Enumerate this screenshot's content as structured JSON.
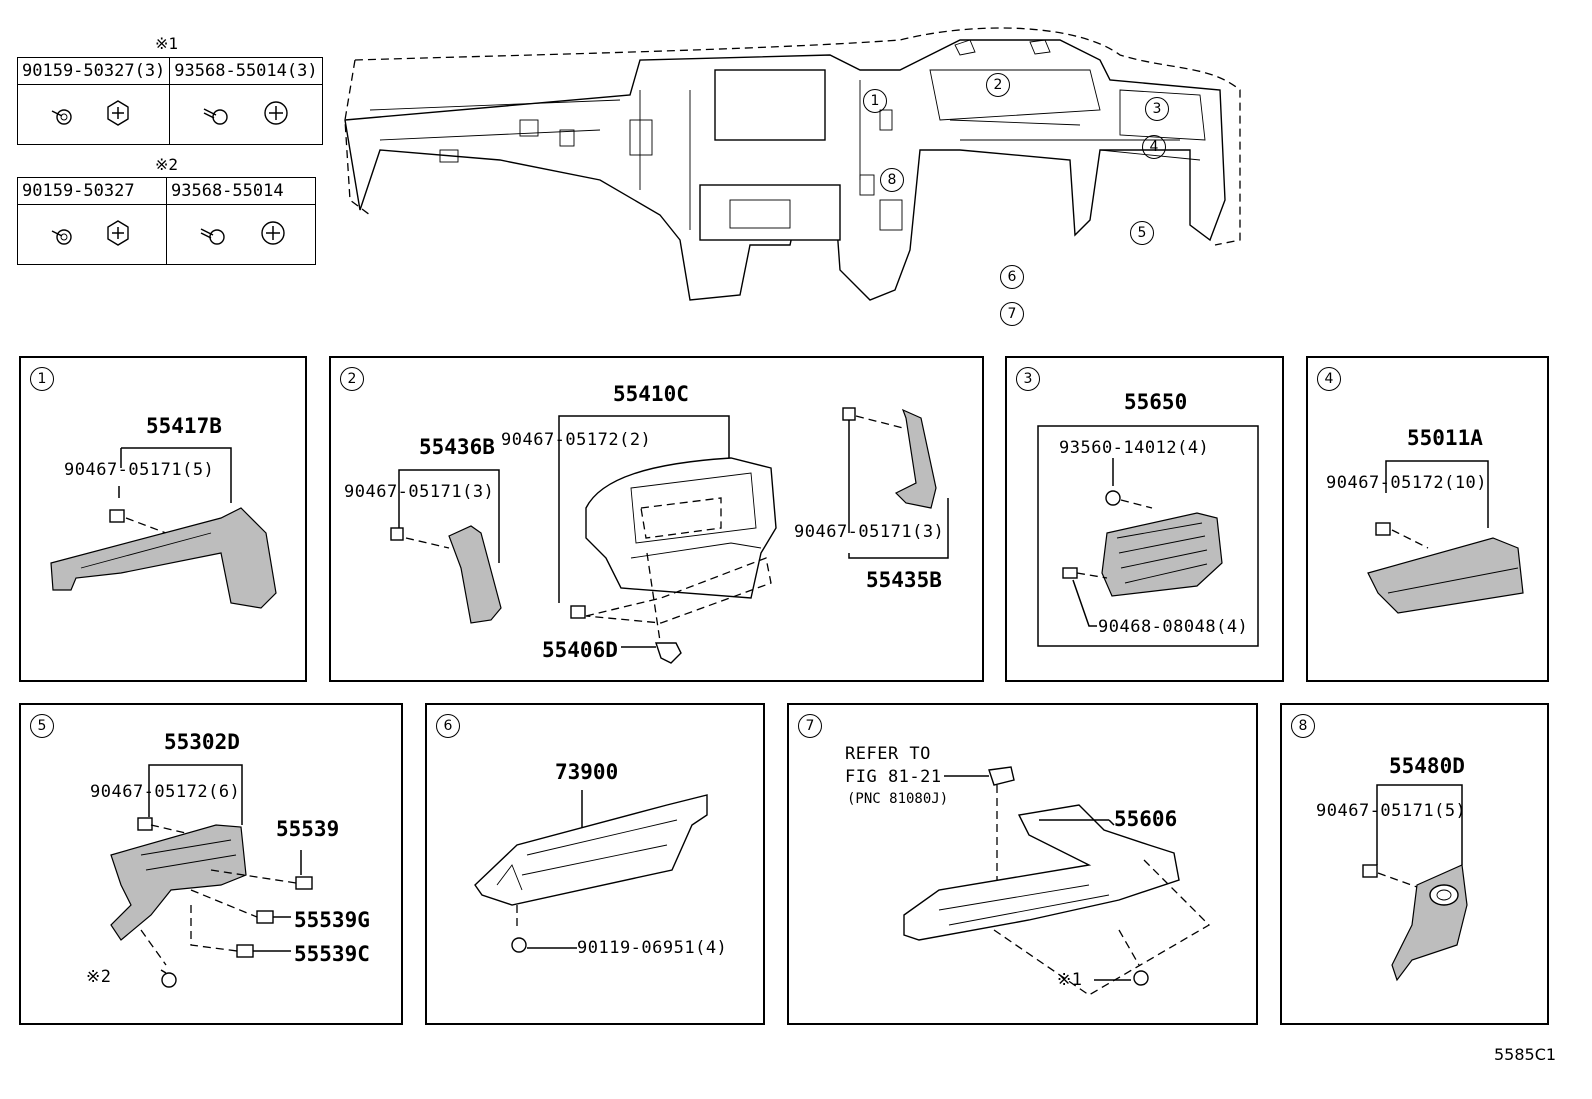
{
  "note1": {
    "mark": "※1",
    "left_part": "90159-50327(3)",
    "right_part": "93568-55014(3)"
  },
  "note2": {
    "mark": "※2",
    "left_part": "90159-50327",
    "right_part": "93568-55014"
  },
  "overview": {
    "callouts": [
      "1",
      "2",
      "3",
      "4",
      "5",
      "6",
      "7",
      "8"
    ]
  },
  "panels": {
    "p1": {
      "num": "1",
      "main_part": "55417B",
      "clip": "90467-05171(5)"
    },
    "p2": {
      "num": "2",
      "main_part": "55410C",
      "clip_main": "90467-05172(2)",
      "sub_part_a": "55436B",
      "clip_a": "90467-05171(3)",
      "clip_b": "90467-05171(3)",
      "sub_part_b": "55435B",
      "screw": "55406D"
    },
    "p3": {
      "num": "3",
      "main_part": "55650",
      "screw": "93560-14012(4)",
      "clip": "90468-08048(4)"
    },
    "p4": {
      "num": "4",
      "main_part": "55011A",
      "clip": "90467-05172(10)"
    },
    "p5": {
      "num": "5",
      "main_part": "55302D",
      "clip": "90467-05172(6)",
      "part_a": "55539",
      "part_b": "55539G",
      "part_c": "55539C",
      "note_ref": "※2"
    },
    "p6": {
      "num": "6",
      "main_part": "73900",
      "bolt": "90119-06951(4)"
    },
    "p7": {
      "num": "7",
      "refer_line1": "REFER TO",
      "refer_line2": "FIG 81-21",
      "refer_line3": "(PNC 81080J)",
      "main_part": "55606",
      "note_ref": "※1"
    },
    "p8": {
      "num": "8",
      "main_part": "55480D",
      "clip": "90467-05171(5)"
    }
  },
  "figure_code": "5585C1"
}
